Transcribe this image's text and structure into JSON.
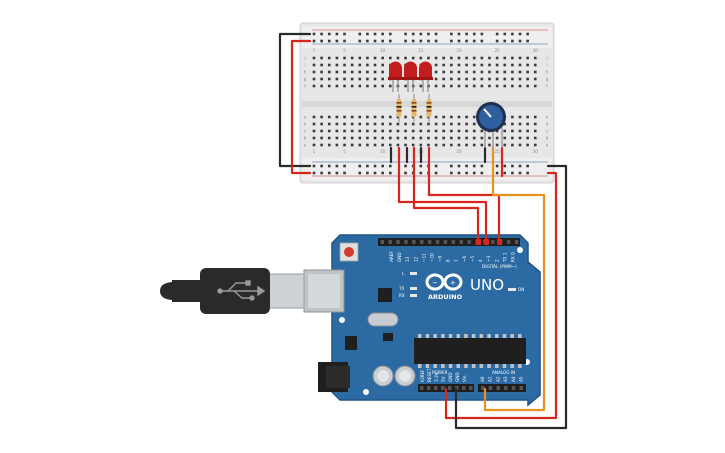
{
  "board": {
    "brand": "ARDUINO",
    "model": "UNO",
    "header_digital": "DIGITAL (PWM~)",
    "header_power": "POWER",
    "header_analog": "ANALOG IN",
    "led_on": "ON",
    "led_l": "L",
    "led_tx": "TX",
    "led_rx": "RX",
    "digital_pins": [
      "AREF",
      "GND",
      "13",
      "12",
      "~11",
      "~10",
      "~9",
      "8",
      "7",
      "~6",
      "~5",
      "4",
      "~3",
      "2",
      "TX 1",
      "RX 0"
    ],
    "power_pins": [
      "IOREF",
      "RESET",
      "3.3V",
      "5V",
      "GND",
      "GND",
      "Vin"
    ],
    "analog_pins": [
      "A0",
      "A1",
      "A2",
      "A3",
      "A4",
      "A5"
    ]
  },
  "breadboard": {
    "row_letters": [
      "j",
      "i",
      "h",
      "g",
      "f",
      "e",
      "d",
      "c",
      "b",
      "a"
    ],
    "column_numbers": [
      "1",
      "5",
      "10",
      "15",
      "20",
      "25",
      "30"
    ]
  },
  "colors": {
    "board_blue": "#2b6aa3",
    "breadboard": "#e6e6e6",
    "wire_red": "#d7261e",
    "wire_black": "#2a2a2a",
    "wire_orange": "#e8921e",
    "led_red": "#c41d1d",
    "pot_knob": "#2f5f9e"
  }
}
